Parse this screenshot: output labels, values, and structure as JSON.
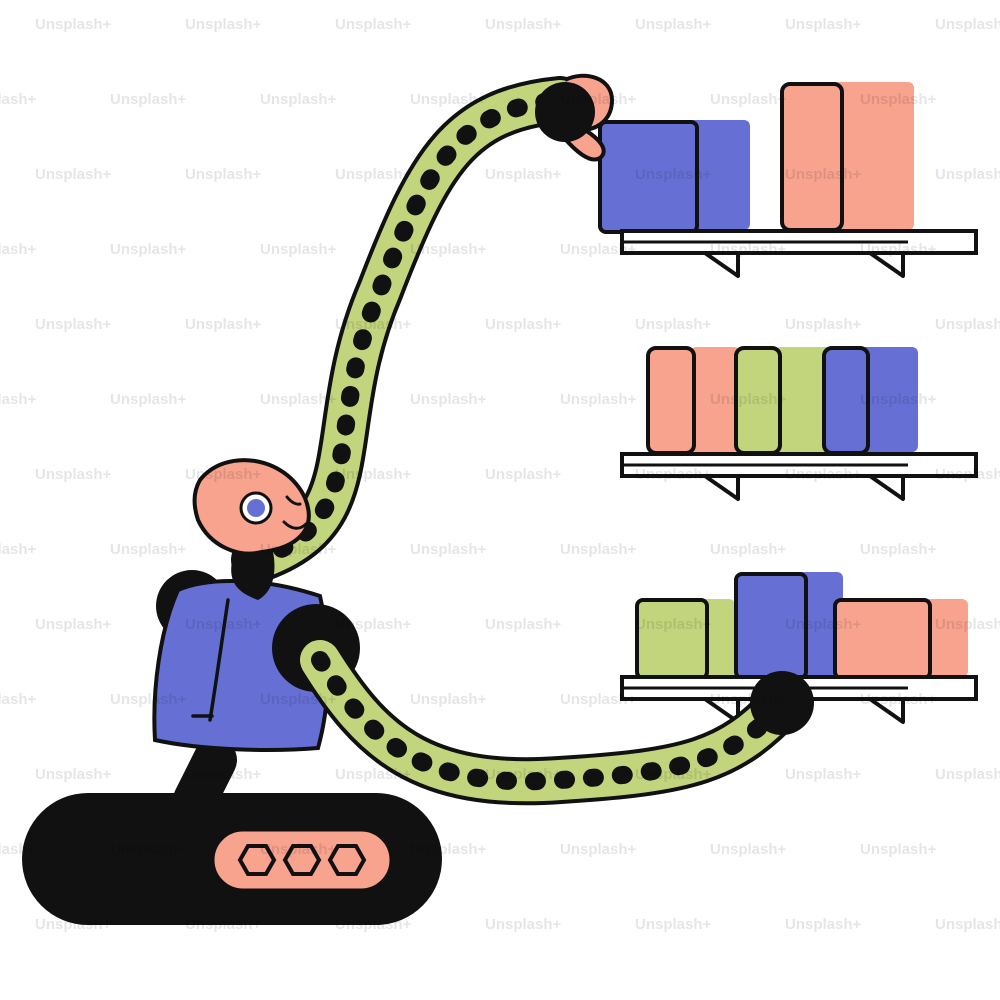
{
  "watermark": {
    "text": "Unsplash+"
  },
  "colors": {
    "outline": "#111111",
    "blue": "#6670d4",
    "salmon": "#f7a38e",
    "green": "#c3d57c",
    "shelf": "#ffffff",
    "background": "#ffffff"
  },
  "illustration": {
    "subject": "robot-on-tracks",
    "shelves": [
      {
        "books": [
          "blue",
          "salmon"
        ]
      },
      {
        "books": [
          "salmon",
          "green",
          "blue"
        ]
      },
      {
        "books": [
          "green",
          "blue",
          "salmon"
        ]
      }
    ]
  }
}
